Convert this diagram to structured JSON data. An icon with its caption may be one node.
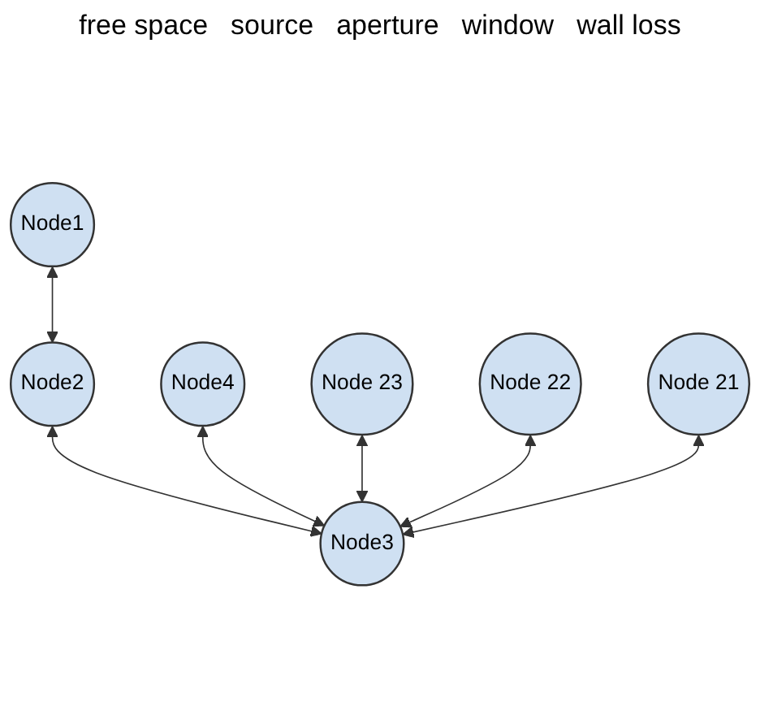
{
  "diagram": {
    "nodes": [
      {
        "text": [
          "Node1"
        ]
      },
      {
        "text": [
          "Node2"
        ]
      },
      {
        "text": [
          "Node4"
        ]
      },
      {
        "text": [
          "Node3"
        ]
      },
      {
        "text": [
          "Node 23"
        ]
      },
      {
        "text": [
          "Node 22"
        ]
      },
      {
        "text": [
          "Node 21"
        ]
      }
    ],
    "edges": [
      {
        "from": 0,
        "to": 1,
        "arrow": "both"
      },
      {
        "from": 1,
        "to": 3,
        "arrow": "both"
      },
      {
        "from": 2,
        "to": 3,
        "arrow": "both"
      },
      {
        "from": 4,
        "to": 3,
        "arrow": "both"
      },
      {
        "from": 5,
        "to": 3,
        "arrow": "both"
      },
      {
        "from": 6,
        "to": 3,
        "arrow": "both"
      }
    ],
    "labels": [
      "free space",
      "source",
      "aperture",
      "window",
      "wall loss"
    ]
  }
}
